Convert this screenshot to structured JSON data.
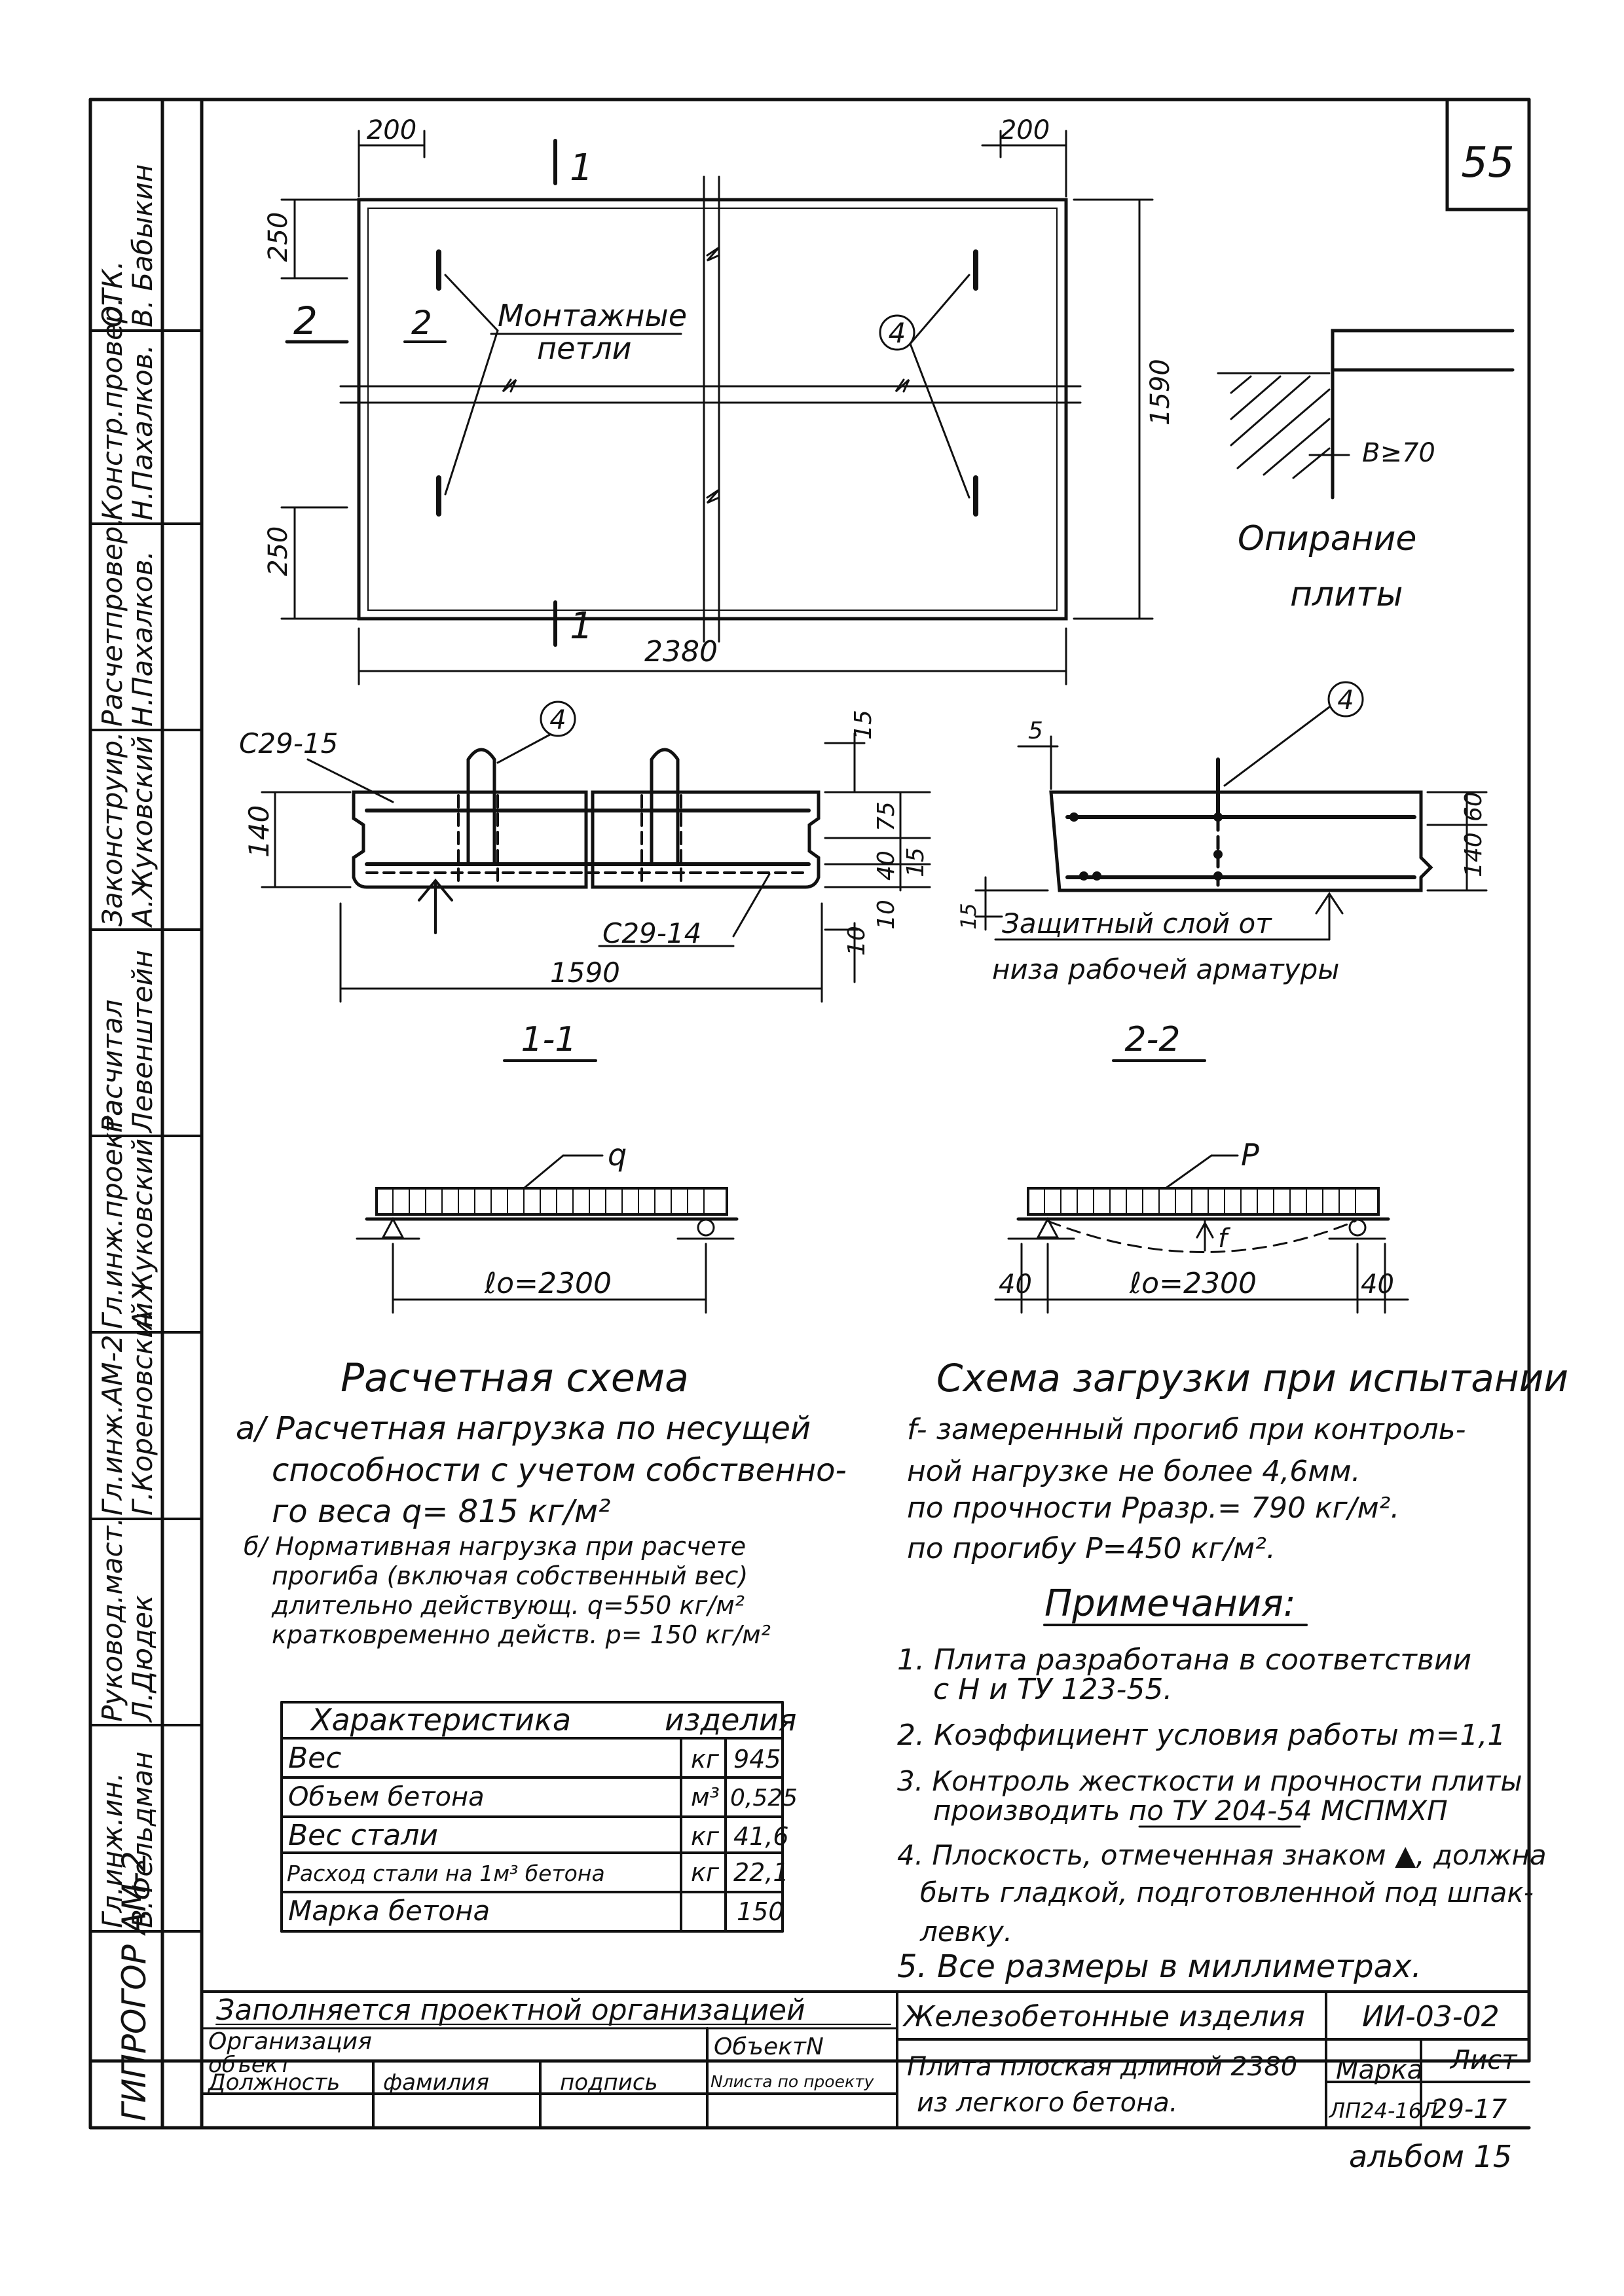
{
  "page_number": "55",
  "side_stamp": {
    "roles": [
      "ОТК.",
      "Констр.провер.",
      "Расчетпровер.",
      "Законструир.",
      "Расчитал",
      "Гл.инж.проекта",
      "Гл.инж.АМ-2",
      "Руковод.маст.",
      "Гл.инж.ин."
    ],
    "names": [
      "В. Бабыкин",
      "Н.Пахалков.",
      "Н.Пахалков.",
      "А.Жуковский",
      "Левенштейн",
      "А.Жуковский",
      "Г.Кореновский",
      "Л.Дюдек",
      "В.Фельдман"
    ],
    "org": "ГИПРОГОР АМ-2"
  },
  "plan": {
    "dim_top_left": "200",
    "dim_top_right": "200",
    "dim_left_top": "250",
    "dim_left_bottom": "250",
    "dim_height": "1590",
    "dim_length": "2380",
    "section_1": "1",
    "section_2": "2",
    "loops_label_1": "Монтажные",
    "loops_label_2": "петли",
    "callout_4": "4"
  },
  "support": {
    "dim": "B≥70",
    "caption_1": "Опирание",
    "caption_2": "плиты"
  },
  "section_1_1": {
    "bar_top": "С29-15",
    "bar_bottom": "С29-14",
    "callout": "4",
    "dim_height": "140",
    "dim_width": "1590",
    "dim_right_top": "15",
    "dim_75": "75",
    "dim_40": "40",
    "dim_15": "15",
    "dim_10a": "10",
    "dim_10b": "10",
    "title": "1-1"
  },
  "section_2_2": {
    "callout": "4",
    "dim_5": "5",
    "dim_60": "60",
    "dim_140": "140",
    "dim_15": "15",
    "note_1": "Защитный слой от",
    "note_2": "низа рабочей арматуры",
    "title": "2-2"
  },
  "scheme_left": {
    "load": "q",
    "span": "ℓo=2300",
    "title": "Расчетная схема",
    "lines": [
      "а/ Расчетная нагрузка по несущей",
      "способности с учетом собственно-",
      "го веса q= 815 кг/м²",
      "б/ Нормативная нагрузка при расчете",
      "прогиба (включая собственный вес)",
      "длительно действующ. q=550 кг/м²",
      "кратковременно действ. p= 150 кг/м²"
    ]
  },
  "scheme_right": {
    "load": "P",
    "deflection": "f",
    "span": "ℓo=2300",
    "left_offset": "40",
    "right_offset": "40",
    "title": "Схема загрузки при испытании",
    "lines": [
      "f- замеренный прогиб при контроль-",
      "ной нагрузке не более 4,6мм.",
      "по прочности  Pразр.= 790 кг/м².",
      "по прогибу  P=450 кг/м²."
    ]
  },
  "characteristics": {
    "headers": [
      "Характеристика",
      "изделия"
    ],
    "rows": [
      [
        "Вес",
        "кг",
        "945"
      ],
      [
        "Объем бетона",
        "м³",
        "0,525"
      ],
      [
        "Вес стали",
        "кг",
        "41,6"
      ],
      [
        "Расход стали на 1м³ бетона",
        "кг",
        "22,1"
      ],
      [
        "Марка бетона",
        "",
        "150"
      ]
    ]
  },
  "notes": {
    "title": "Примечания:",
    "items": [
      "1. Плита разработана в соответствии",
      "с Н и ТУ 123-55.",
      "2. Коэффициент условия работы m=1,1",
      "3. Контроль жесткости и прочности плиты",
      "производить по ТУ 204-54 МСПМХП",
      "4. Плоскость, отмеченная знаком ▲, должна",
      "быть гладкой, подготовленной под шпак-",
      "левку.",
      "5. Все размеры в миллиметрах."
    ]
  },
  "title_block": {
    "fill_note": "Заполняется проектной организацией",
    "org_label": "Организация",
    "object_label": "объект",
    "object_no": "ОбъектN",
    "position": "Должность",
    "surname": "фамилия",
    "signature": "подпись",
    "sheet_per_project": "Nлиста по проекту",
    "category": "Железобетонные изделия",
    "code": "ИИ-03-02",
    "product_1": "Плита плоская длиной 2380",
    "product_2": "из легкого бетона.",
    "mark_label": "Марка",
    "mark_value": "ЛП24-16Л",
    "sheet_label": "Лист",
    "sheet_value": "29-17",
    "album": "альбом 15"
  }
}
